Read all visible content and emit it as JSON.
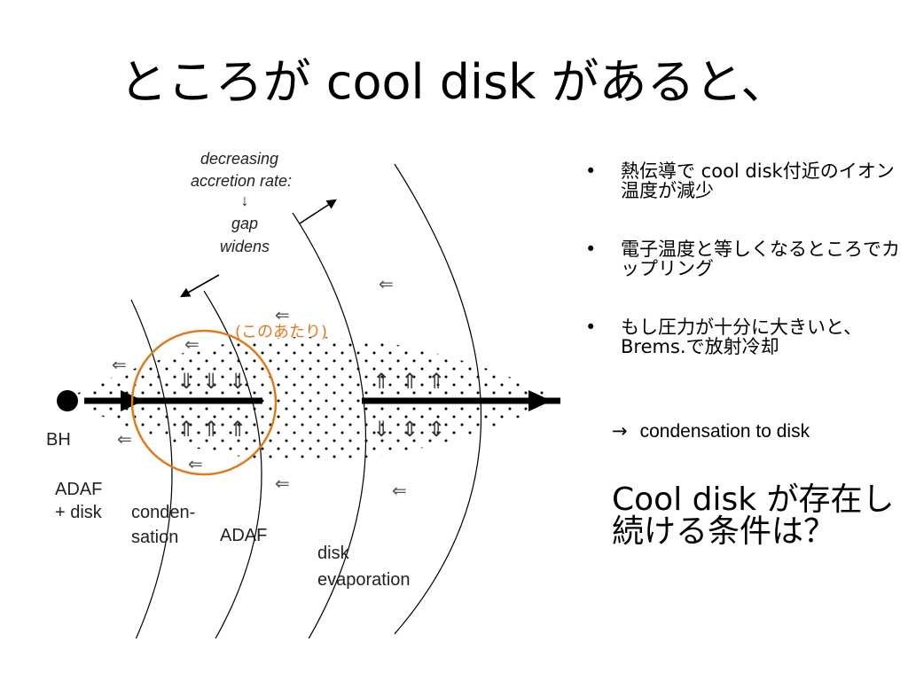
{
  "slide": {
    "title": "ところが cool disk があると、"
  },
  "diagram": {
    "top_note": {
      "line1": "decreasing",
      "line2": "accretion rate:",
      "arrow": "↓",
      "line3": "gap",
      "line4": "widens"
    },
    "highlight_label": "(このあたり)",
    "labels": {
      "bh": "BH",
      "adaf_disk_1": "ADAF",
      "adaf_disk_2": "+ disk",
      "condensation_1": "conden-",
      "condensation_2": "sation",
      "adaf": "ADAF",
      "evaporation_1": "disk",
      "evaporation_2": "evaporation"
    },
    "glyphs": {
      "down": "⇓",
      "up": "⇑",
      "updown": "⇕",
      "left": "⇐"
    },
    "colors": {
      "highlight": "#e07a1f",
      "ink": "#000000"
    }
  },
  "bullets": [
    {
      "marker": "•",
      "text": "熱伝導で cool disk付近のイオン温度が減少"
    },
    {
      "marker": "•",
      "text": "電子温度と等しくなるところでカップリング"
    },
    {
      "marker": "•",
      "text": "もし圧力が十分に大きいと、Brems.で放射冷却"
    }
  ],
  "arrow_line": {
    "arrow": "→",
    "text": "condensation to disk"
  },
  "conclusion": "Cool disk が存在し続ける条件は？"
}
